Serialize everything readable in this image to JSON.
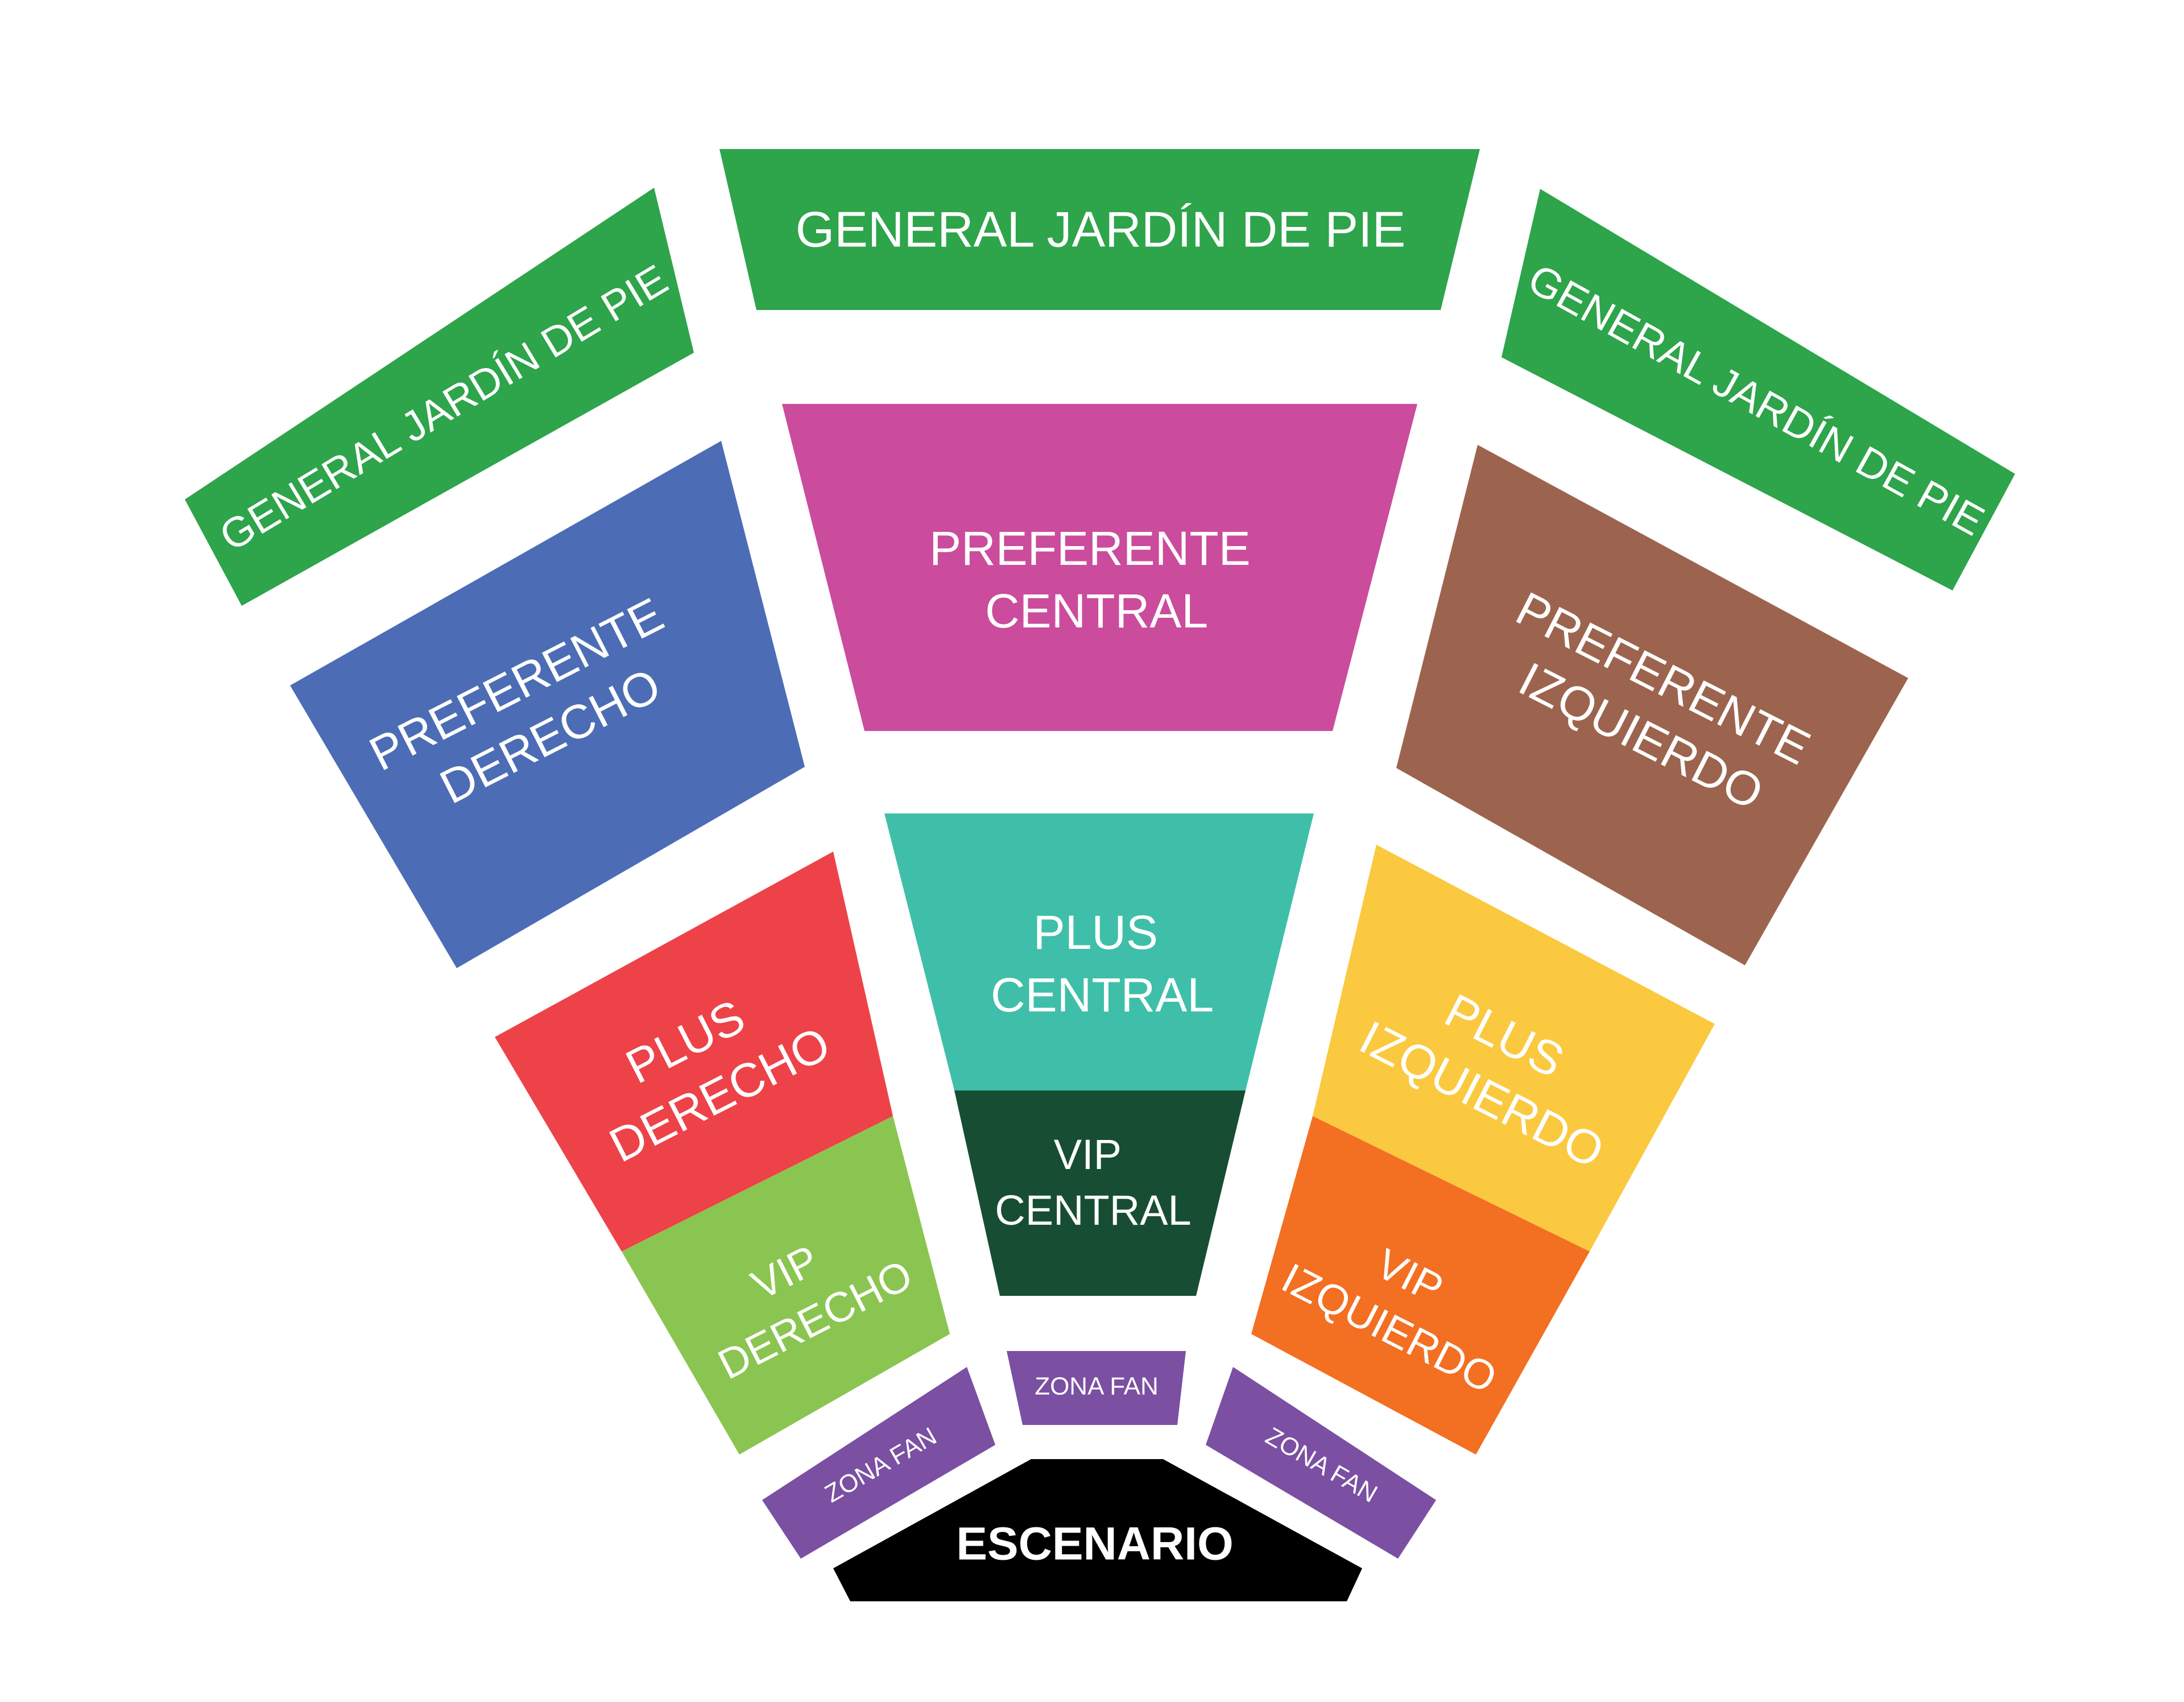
{
  "sections": {
    "general_left": {
      "label": "GENERAL JARDÍN DE PIE",
      "color": "#2ea44b"
    },
    "general_center": {
      "label": "GENERAL JARDÍN DE PIE",
      "color": "#2ea44b"
    },
    "general_right": {
      "label": "GENERAL JARDÍN DE PIE",
      "color": "#2ea44b"
    },
    "preferente_derecho": {
      "line1": "PREFERENTE",
      "line2": "DERECHO",
      "color": "#4c6db5"
    },
    "preferente_central": {
      "line1": "PREFERENTE",
      "line2": "CENTRAL",
      "color": "#cb4b9c"
    },
    "preferente_izquierdo": {
      "line1": "PREFERENTE",
      "line2": "IZQUIERDO",
      "color": "#9c644e"
    },
    "plus_derecho": {
      "line1": "PLUS",
      "line2": "DERECHO",
      "color": "#ee4249"
    },
    "plus_central": {
      "line1": "PLUS",
      "line2": "CENTRAL",
      "color": "#3fbfa9"
    },
    "plus_izquierdo": {
      "line1": "PLUS",
      "line2": "IZQUIERDO",
      "color": "#fbc93f"
    },
    "vip_derecho": {
      "line1": "VIP",
      "line2": "DERECHO",
      "color": "#8bc551"
    },
    "vip_central": {
      "line1": "VIP",
      "line2": "CENTRAL",
      "color": "#174e33"
    },
    "vip_izquierdo": {
      "line1": "VIP",
      "line2": "IZQUIERDO",
      "color": "#f36f22"
    },
    "zona_fan_left": {
      "label": "ZONA FAN",
      "color": "#7b4fa2"
    },
    "zona_fan_center": {
      "label": "ZONA FAN",
      "color": "#7b4fa2"
    },
    "zona_fan_right": {
      "label": "ZONA FAN",
      "color": "#7b4fa2"
    }
  },
  "stage": {
    "label": "ESCENARIO",
    "color": "#000000"
  }
}
